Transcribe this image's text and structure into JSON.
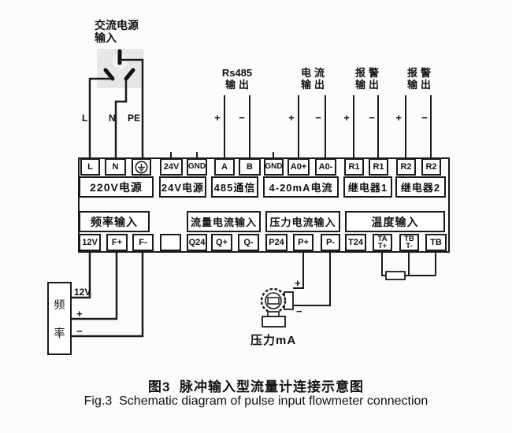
{
  "ac": {
    "title_line1": "交流电源",
    "title_line2": "输入",
    "l": "L",
    "n": "N",
    "pe": "PE"
  },
  "outputs": [
    {
      "line1": "Rs485",
      "line2": "输出",
      "plus": "+",
      "minus": "−"
    },
    {
      "line1": "电流",
      "line2": "输出",
      "plus": "+",
      "minus": "−"
    },
    {
      "line1": "报警",
      "line2": "输出",
      "plus": "+",
      "minus": "−"
    },
    {
      "line1": "报警",
      "line2": "输出",
      "plus": "+",
      "minus": "−"
    }
  ],
  "strip": {
    "top_terminals": [
      "L",
      "N",
      "",
      "24V",
      "GND",
      "A",
      "B",
      "GND",
      "A0+",
      "A0-",
      "R1",
      "R1",
      "R2",
      "R2"
    ],
    "earth_icon": "earth-ground-symbol",
    "top_groups": [
      "220V电源",
      "24V电源",
      "485通信",
      "4-20mA电流",
      "继电器1",
      "继电器2"
    ],
    "bottom_groups": [
      "频率输入",
      "流量电流输入",
      "压力电流输入",
      "温度输入"
    ],
    "bottom_terminals": [
      {
        "l1": "12V"
      },
      {
        "l1": "F+"
      },
      {
        "l1": "F-"
      },
      {
        "l1": ""
      },
      {
        "l1": "Q24"
      },
      {
        "l1": "Q+"
      },
      {
        "l1": "Q-"
      },
      {
        "l1": "P24"
      },
      {
        "l1": "P+"
      },
      {
        "l1": "P-"
      },
      {
        "l1": "T24"
      },
      {
        "l1": "TA",
        "l2": "T+"
      },
      {
        "l1": "TB",
        "l2": "T-"
      },
      {
        "l1": "TB"
      }
    ]
  },
  "frequency": {
    "char1": "频",
    "char2": "率",
    "v12": "12V",
    "plus": "+",
    "minus": "−"
  },
  "pressure": {
    "label": "压力mA",
    "plus": "+",
    "minus": "−"
  },
  "caption": {
    "zh": "图3  脉冲输入型流量计连接示意图",
    "en": "Fig.3  Schematic diagram of pulse input flowmeter connection"
  },
  "colors": {
    "wire": "#1a1a1a",
    "socket_fill": "#e7e7e7",
    "background": "#fcfcfc"
  }
}
